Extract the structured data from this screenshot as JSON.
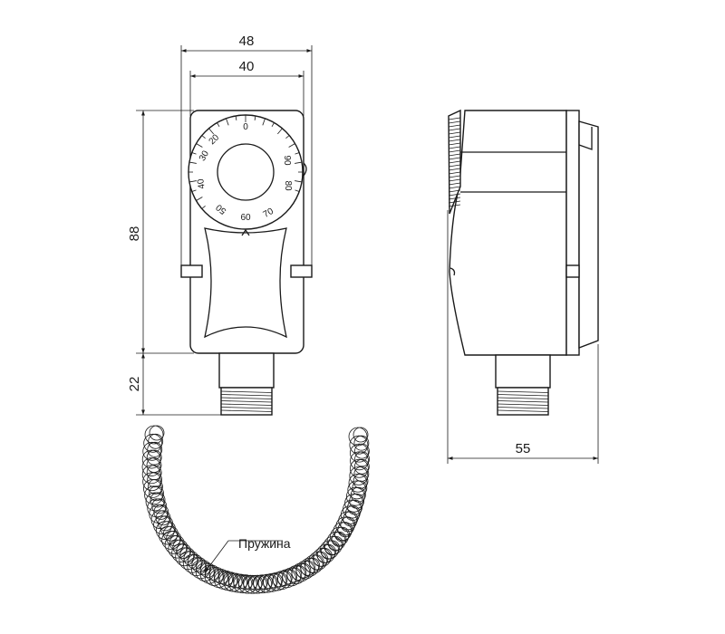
{
  "dimensions": {
    "outer_width": "48",
    "inner_width": "40",
    "body_height": "88",
    "thread_height": "22",
    "depth": "55"
  },
  "dial_scale": [
    "0",
    "20",
    "30",
    "40",
    "50",
    "60",
    "70",
    "80",
    "90"
  ],
  "callout": {
    "label": "Пружина"
  }
}
